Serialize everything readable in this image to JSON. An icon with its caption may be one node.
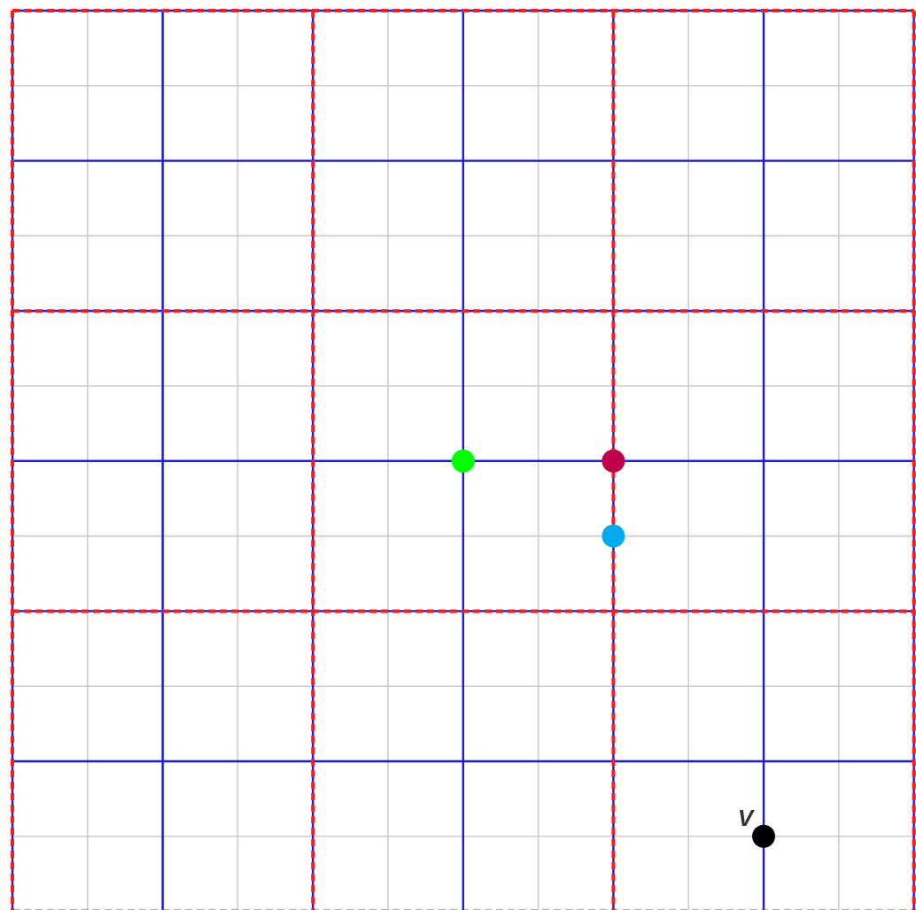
{
  "diagram": {
    "nodes": [
      {
        "text": [],
        "shape": "circle"
      },
      {
        "text": [],
        "shape": "circle"
      },
      {
        "text": [],
        "shape": "circle"
      },
      {
        "text": [],
        "shape": "circle",
        "beside": [
          "V"
        ]
      }
    ]
  }
}
